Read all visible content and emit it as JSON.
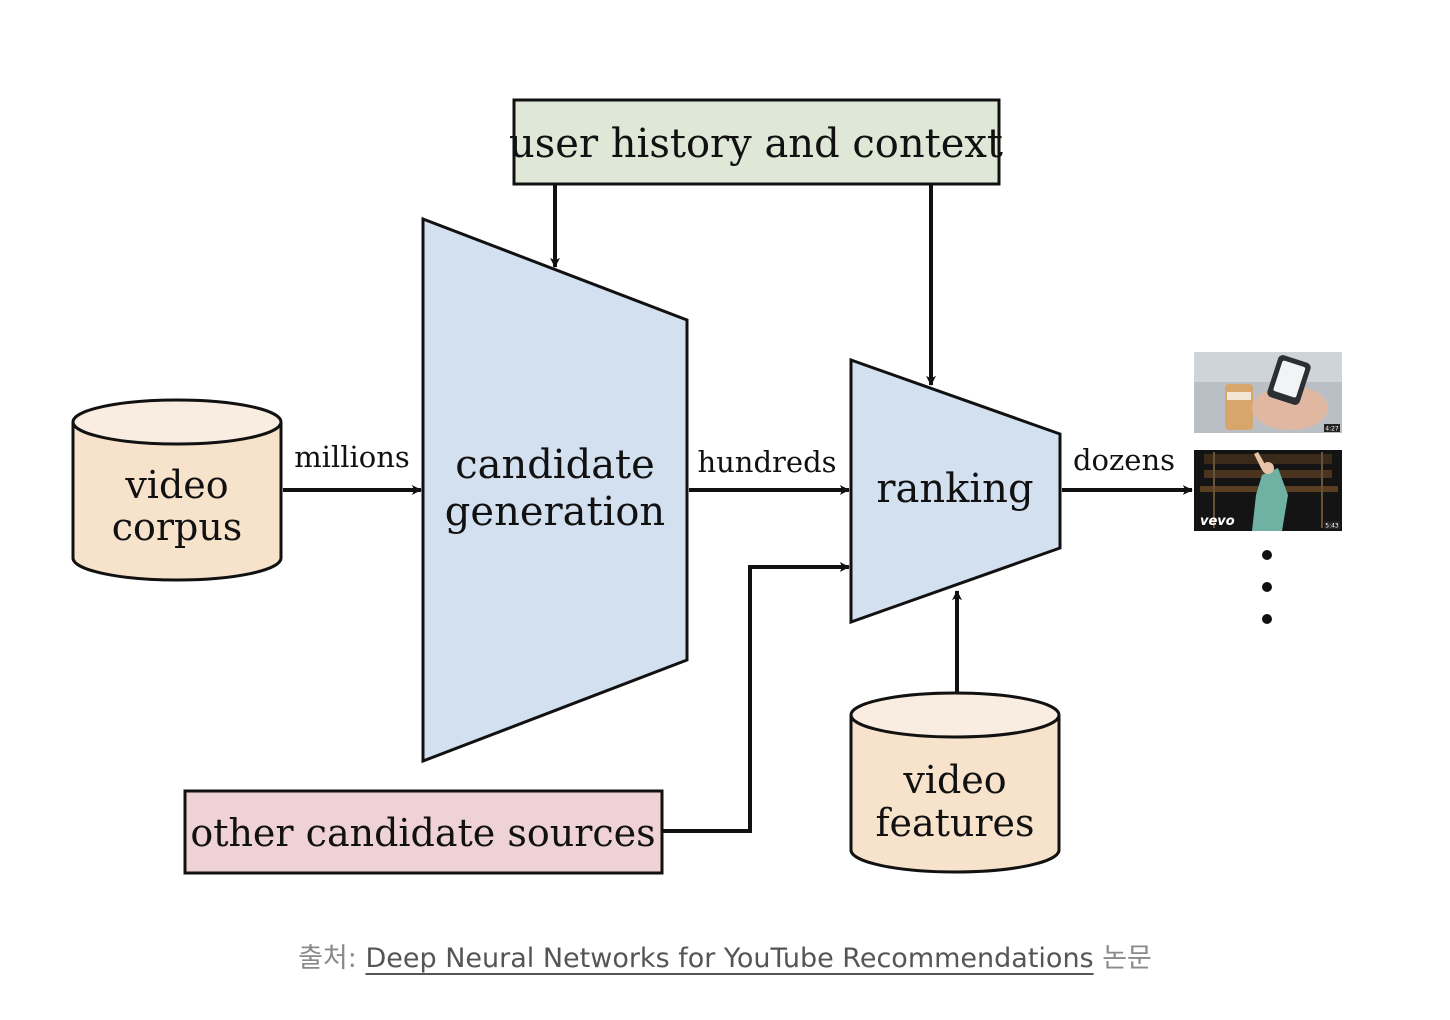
{
  "nodes": {
    "video_corpus": [
      "video",
      "corpus"
    ],
    "user_history": "user history and context",
    "candidate_generation": [
      "candidate",
      "generation"
    ],
    "ranking": "ranking",
    "other_sources": "other candidate sources",
    "video_features": [
      "video",
      "features"
    ]
  },
  "edges": {
    "millions": "millions",
    "hundreds": "hundreds",
    "dozens": "dozens"
  },
  "thumbnails": {
    "second_overlay": "vevo",
    "first_duration": "4:27",
    "second_duration": "5:43"
  },
  "caption": {
    "prefix": "출처:",
    "link_text": "Deep Neural Networks for YouTube Recommendations",
    "suffix": "논문"
  },
  "colors": {
    "cylinder_fill": "#f7e3cc",
    "trapezoid_fill": "#d3e0f0",
    "context_box_fill": "#dfe8d6",
    "sources_box_fill": "#efd2d6",
    "stroke": "#111111"
  }
}
